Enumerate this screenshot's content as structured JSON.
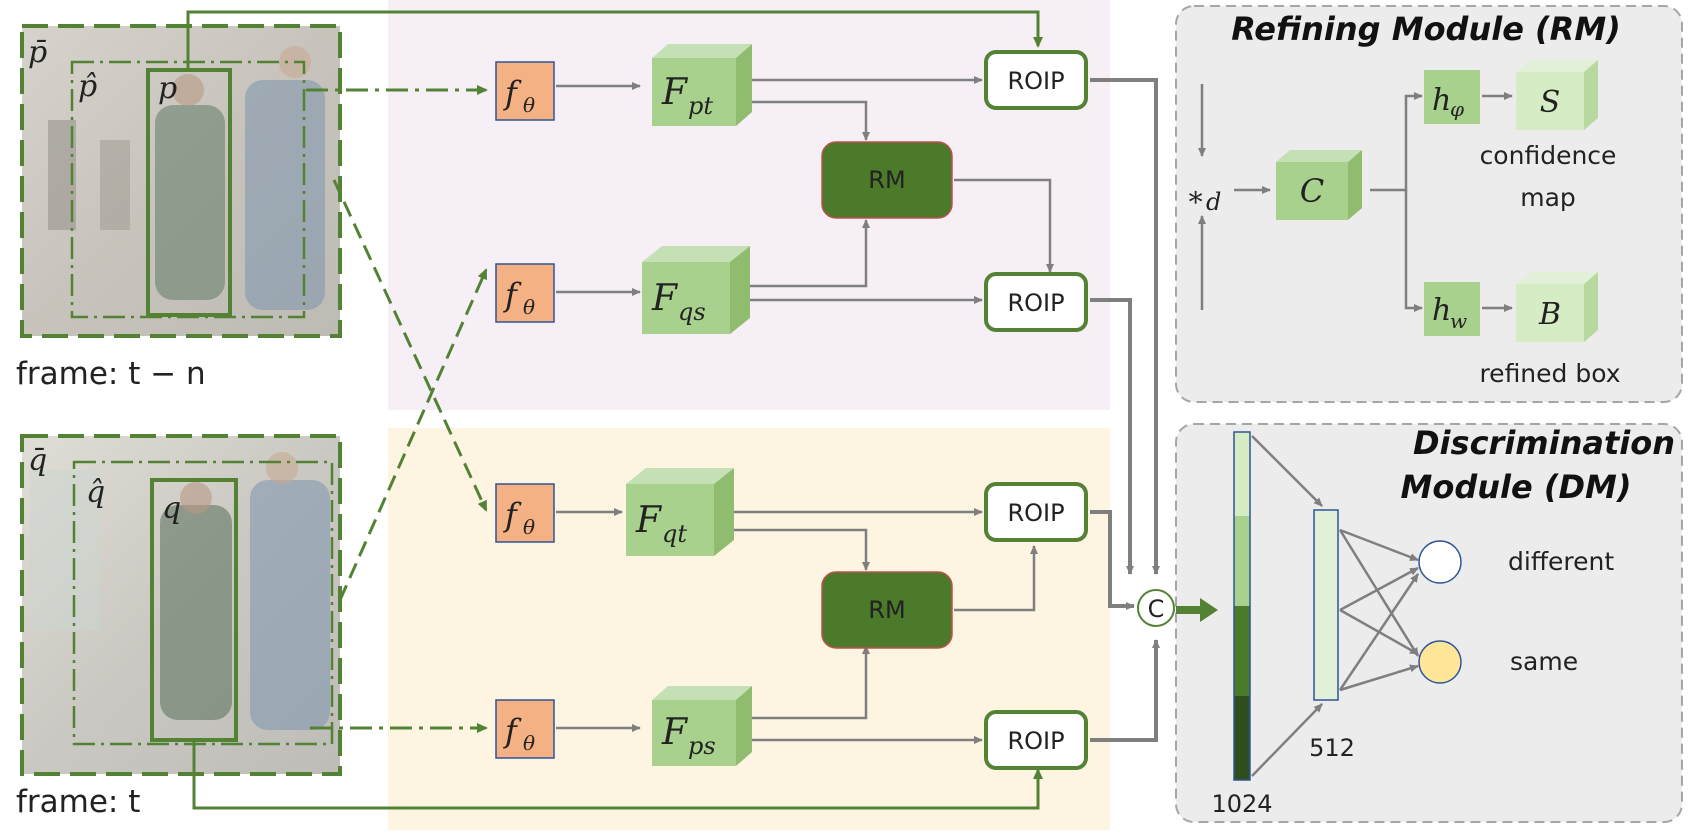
{
  "frames": {
    "top": {
      "label": "frame: t − n",
      "box_outer": "p̄",
      "box_dashed": "p̂",
      "box_inner": "p"
    },
    "bottom": {
      "label": "frame: t",
      "box_outer": "q̄",
      "box_dashed": "q̂",
      "box_inner": "q"
    }
  },
  "encoders": [
    "f",
    "f",
    "f",
    "f"
  ],
  "encoder_sub": "θ",
  "features": [
    {
      "main": "F",
      "sub": "pt"
    },
    {
      "main": "F",
      "sub": "qs"
    },
    {
      "main": "F",
      "sub": "qt"
    },
    {
      "main": "F",
      "sub": "ps"
    }
  ],
  "rm_blocks": [
    "RM",
    "RM"
  ],
  "roip_blocks": [
    "ROIP",
    "ROIP",
    "ROIP",
    "ROIP"
  ],
  "concat_symbol": "C",
  "refining_module": {
    "title": "Refining Module (RM)",
    "conv_op": "∗",
    "conv_sub": "d",
    "c_label": "C",
    "h_phi": {
      "main": "h",
      "sub": "φ"
    },
    "h_w": {
      "main": "h",
      "sub": "w"
    },
    "s_label": "S",
    "b_label": "B",
    "confidence_line1": "confidence",
    "confidence_line2": "map",
    "refined_box": "refined box"
  },
  "discrimination_module": {
    "title_line1": "Discrimination",
    "title_line2": "Module (DM)",
    "dim1": "1024",
    "dim2": "512",
    "out_different": "different",
    "out_same": "same"
  },
  "colors": {
    "frame_green": "#4f7a2c",
    "encoder_orange": "#f4b183",
    "cube_green": "#a9d18e",
    "rm_dark": "#4a7a2a",
    "top_panel": "#f6f0f6",
    "bottom_panel": "#fdf5e2",
    "module_bg": "#ececec",
    "arrow_gray": "#7f7f7f",
    "node_yellow": "#ffe699"
  }
}
